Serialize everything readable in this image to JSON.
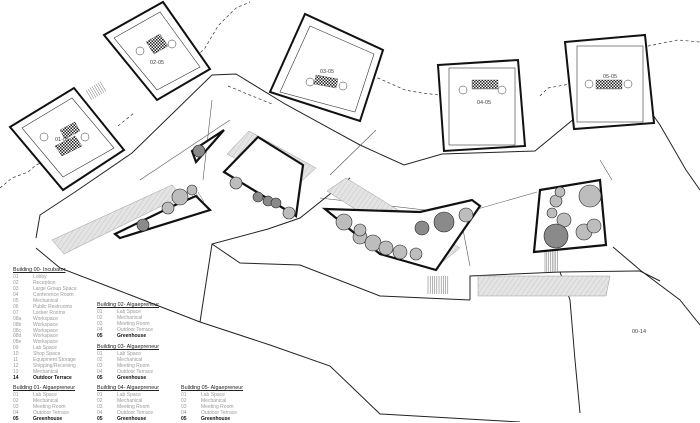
{
  "labels": {
    "b01": "01-05",
    "b02": "02-05",
    "b03": "03-05",
    "b04": "04-05",
    "b05": "05-05",
    "terrace": "00-14"
  },
  "legends": [
    {
      "id": "b00",
      "title": "Building 00- Incubator",
      "rows": [
        {
          "num": "01",
          "name": "Lobby"
        },
        {
          "num": "02",
          "name": "Reception"
        },
        {
          "num": "03",
          "name": "Large Group Space"
        },
        {
          "num": "04",
          "name": "Conference Room"
        },
        {
          "num": "05",
          "name": "Mechanical"
        },
        {
          "num": "06",
          "name": "Public Restrooms"
        },
        {
          "num": "07",
          "name": "Locker Rooms"
        },
        {
          "num": "08a",
          "name": "Workspace"
        },
        {
          "num": "08b",
          "name": "Workspace"
        },
        {
          "num": "08c",
          "name": "Workspace"
        },
        {
          "num": "08d",
          "name": "Workspace"
        },
        {
          "num": "08e",
          "name": "Workspace"
        },
        {
          "num": "09",
          "name": "Lab Space"
        },
        {
          "num": "10",
          "name": "Shop Space"
        },
        {
          "num": "11",
          "name": "Equipment Storage"
        },
        {
          "num": "12",
          "name": "Shipping/Receiving"
        },
        {
          "num": "13",
          "name": "Mechanical"
        },
        {
          "num": "14",
          "name": "Outdoor Terrace",
          "em": true
        }
      ]
    },
    {
      "id": "b02",
      "title": "Building 02- Algaepreneur",
      "rows": [
        {
          "num": "01",
          "name": "Lab Space"
        },
        {
          "num": "02",
          "name": "Mechanical"
        },
        {
          "num": "03",
          "name": "Meeting Room"
        },
        {
          "num": "04",
          "name": "Outdoor Terrace"
        },
        {
          "num": "05",
          "name": "Greenhouse",
          "em": true
        }
      ]
    },
    {
      "id": "b03",
      "title": "Building 03- Algaepreneur",
      "rows": [
        {
          "num": "01",
          "name": "Lab Space"
        },
        {
          "num": "02",
          "name": "Mechanical"
        },
        {
          "num": "03",
          "name": "Meeting Room"
        },
        {
          "num": "04",
          "name": "Outdoor Terrace"
        },
        {
          "num": "05",
          "name": "Greenhouse",
          "em": true
        }
      ]
    },
    {
      "id": "b01",
      "title": "Building 01- Algaepreneur",
      "rows": [
        {
          "num": "01",
          "name": "Lab Space"
        },
        {
          "num": "02",
          "name": "Mechanical"
        },
        {
          "num": "03",
          "name": "Meeting Room"
        },
        {
          "num": "04",
          "name": "Outdoor Terrace"
        },
        {
          "num": "05",
          "name": "Greenhouse",
          "em": true
        }
      ]
    },
    {
      "id": "b04",
      "title": "Building 04- Algaepreneur",
      "rows": [
        {
          "num": "01",
          "name": "Lab Space"
        },
        {
          "num": "02",
          "name": "Mechanical"
        },
        {
          "num": "03",
          "name": "Meeting Room"
        },
        {
          "num": "04",
          "name": "Outdoor Terrace"
        },
        {
          "num": "05",
          "name": "Greenhouse",
          "em": true
        }
      ]
    },
    {
      "id": "b05",
      "title": "Building 05- Algaepreneur",
      "rows": [
        {
          "num": "01",
          "name": "Lab Space"
        },
        {
          "num": "02",
          "name": "Mechanical"
        },
        {
          "num": "03",
          "name": "Meeting Room"
        },
        {
          "num": "04",
          "name": "Outdoor Terrace"
        },
        {
          "num": "05",
          "name": "Greenhouse",
          "em": true
        }
      ]
    }
  ],
  "colors": {
    "line": "#111111",
    "paving": "#dcdcdc",
    "tree_fill": "#bdbdbd",
    "tree_dark": "#8a8a8a",
    "legend_text": "#9a9a9a"
  }
}
